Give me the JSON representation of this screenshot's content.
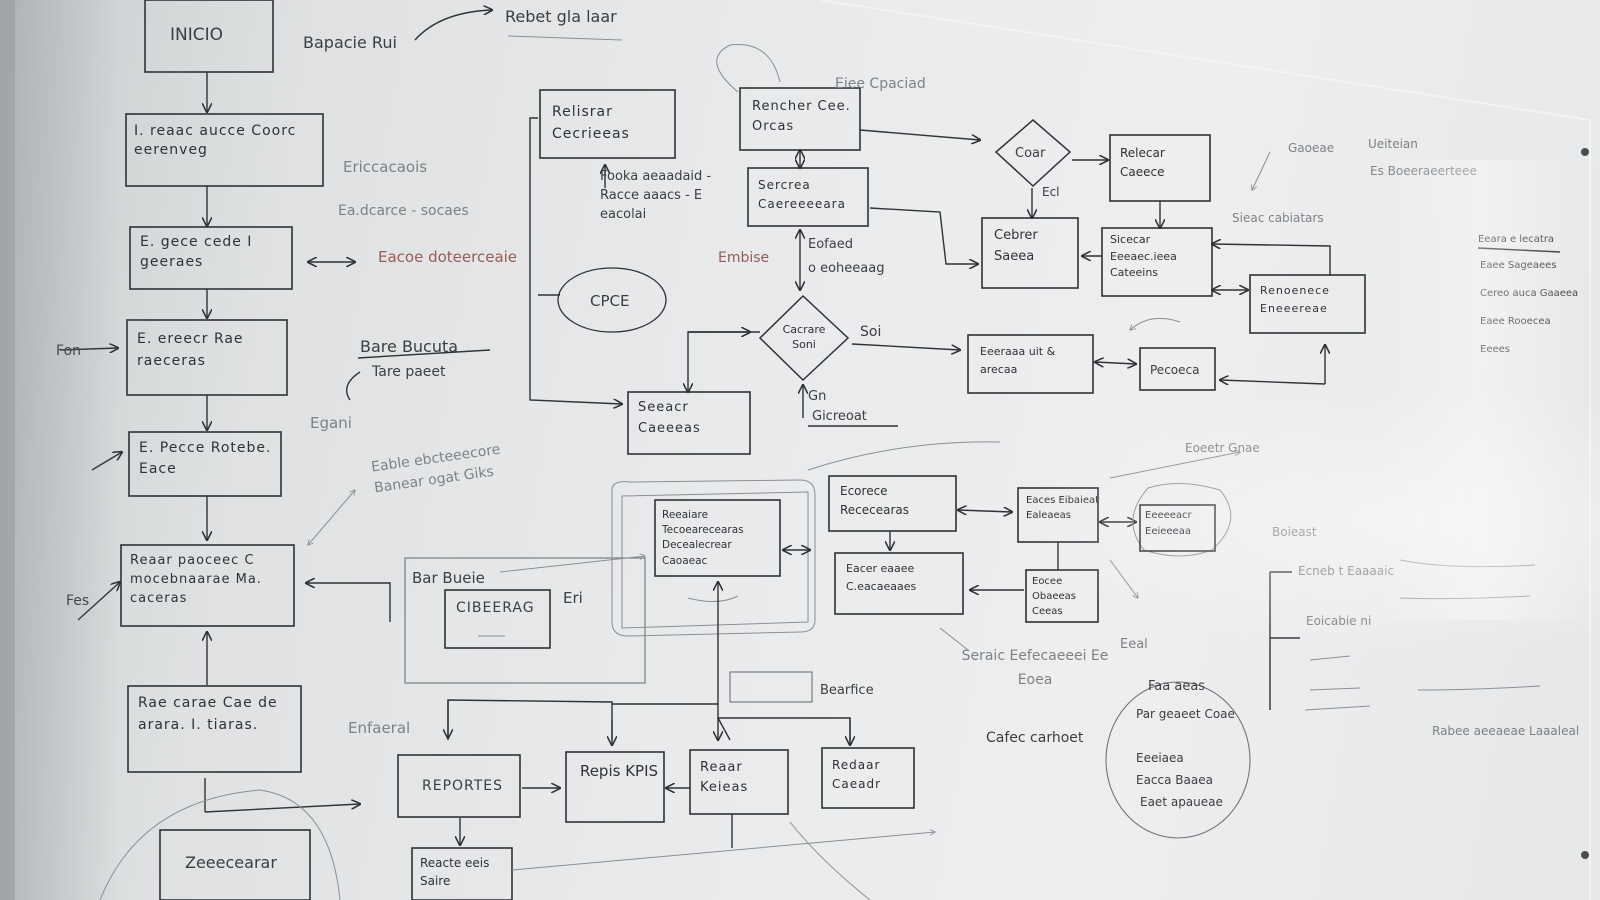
{
  "scene": "Photo of a glass whiteboard with a hand-drawn process flowchart",
  "nodes": {
    "inicio": "INICIO",
    "start_note": "Bapacie Rui",
    "top_note": "Rebet gla laar",
    "step1": "I. reaac aucce Coorc eerenveg",
    "step1_note": "Ericcacaois",
    "step1_note2": "Ea.dcarce - socaes",
    "step2": "E. gece cede I geeraes",
    "step2_note": "Eacoe doteerceaie",
    "step3": "E. ereecr Rae raeceras",
    "step4": "E. Pecce Rotebe. Eace",
    "step5": "Reaar paoceec C mocebnaarae Ma. caceras",
    "step6": "Rae carae Cae de arara. I. tiaras.",
    "bottom_left": "Zeeecearar",
    "mid_note1": "Bare Bucuta",
    "mid_note2": "Tare paeet",
    "mid_note3": "Egani",
    "side_left": "Fon",
    "side_left2": "Fes",
    "relisrar": "Relisrar Cecrieeas",
    "relisrar_notes": "Fooka aeaadaid - Racce aaacs - E eacolai",
    "cpce": "CPCE",
    "rencher": "Rencher Cee. Orcas",
    "rencher_note": "Eiee Cpaciad",
    "sercrea": "Sercrea Caereeeeara",
    "sercrea_note": "Eofaed",
    "sercrea_note2": "o eoheeaag",
    "embise": "Embise",
    "decision1": "Cacrare Soni",
    "decision1_yes": "Soi",
    "decision1_no": "Gn",
    "decision1_no2": "Gicreoat",
    "selecr": "Seeacr Caeeeas",
    "coar_diamond": "Coar",
    "coar_no": "Ecl",
    "refecar": "Relecar Caeece",
    "cebcre": "Cebrer Saeea",
    "sicercr": "Sicecar Eeeaec.ieea Cateeins",
    "sicercr_note": "Sieac cabiatars",
    "renedeie": "Renoenece Eneeereae",
    "eecreea": "Eeeraaa uit & arecaa",
    "pecoeca": "Pecoeca",
    "right_note1": "Gaoeae",
    "right_note2": "Ueiteian",
    "right_note3": "Es Boeeraeerteee",
    "right_list_title": "Eeara e lecatra",
    "right_list": [
      "Eaee Sageaees",
      "Cereo auca Gaaeea",
      "Eaee Rooecea",
      "Eeees"
    ],
    "central_box": "Reeaiare Tecoearecearas Decealecrear Caoaeac",
    "ecorece": "Ecorece Rececearas",
    "eace": "Eaces Eibaieat Ealeaeas",
    "ecoe_small": "Eeeeeacr Eeieeeaa",
    "eacer": "Eacer eaaee C.eacaeaaes",
    "eocee": "Eocee Obaeeas Ceeas",
    "car_buena": "Bar Bueie",
    "cibeerag": "CIBEERAG",
    "cibeerag_note": "Eri",
    "lower_note1": "Eable ebcteeecore Banear ogat Giks",
    "lower_note2": "Seraic Eefecaeeei Ee Eoea",
    "lower_note3": "Eeal",
    "circle_title": "Faa aeas",
    "circle_items": [
      "Par geaeet Coae",
      "Eeeiaea",
      "Eacca Baaea",
      "Eaet apaueae"
    ],
    "cafee": "Cafec carhoet",
    "reportes": "REPORTES",
    "kpis": "Repis KPIS",
    "beaar": "Reaar Keieas",
    "redaar": "Redaar Caeadr",
    "reach": "Reacte eeis Saire",
    "enfacrat": "Enfaeral",
    "bearfice": "Bearfice",
    "right_low1": "Eoeetr Gnae",
    "right_low2": "Ecneb t Eaaaaic",
    "right_low3": "Boieast",
    "right_low4": "Eoicabie ni",
    "right_low5": "Rabee aeeaeae Laaaleal"
  }
}
